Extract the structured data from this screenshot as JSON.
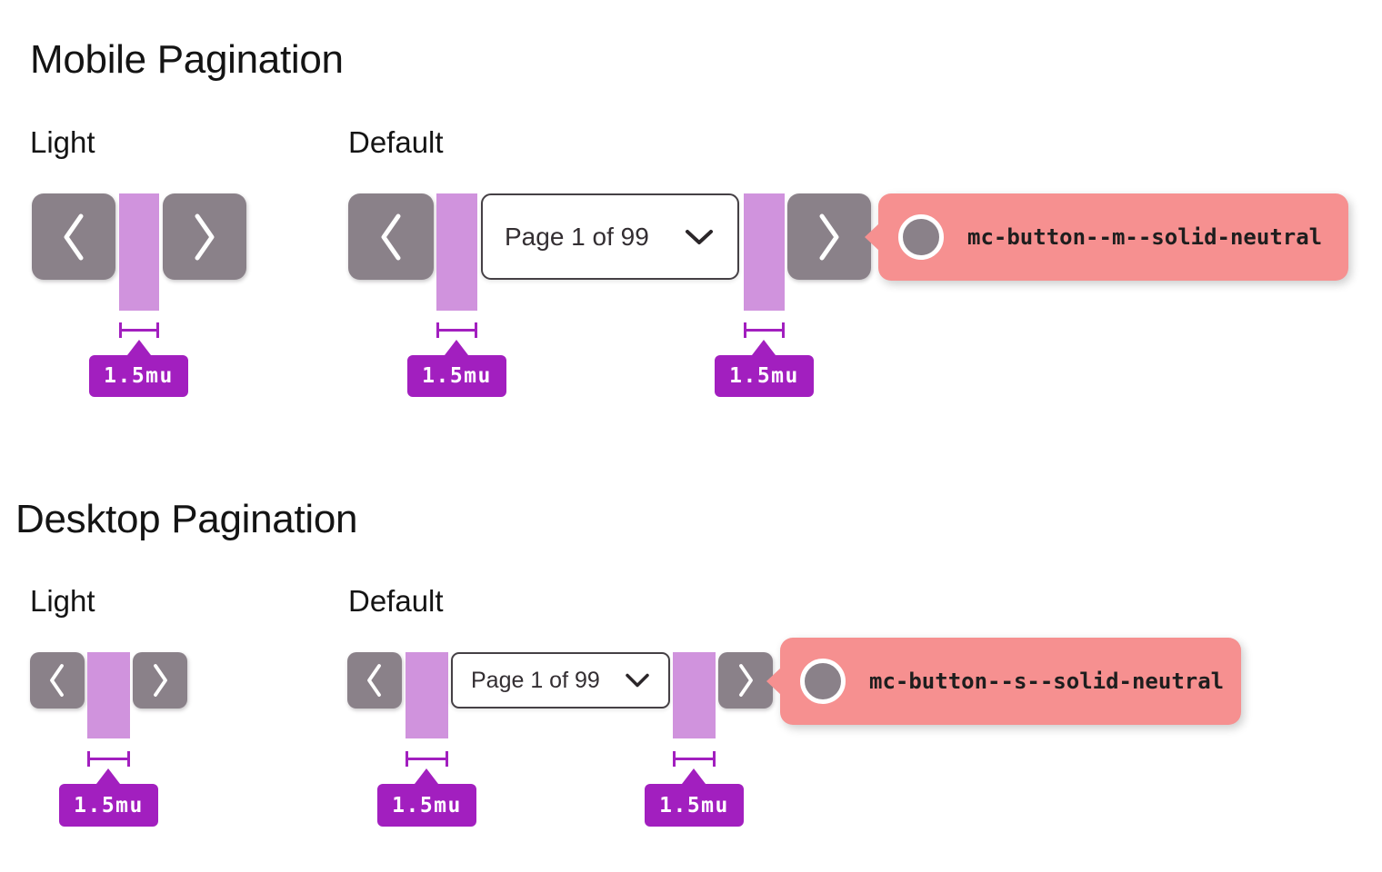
{
  "colors": {
    "neutral_button": "#8A8189",
    "spacing_highlight": "#D093DD",
    "measure_purple": "#A21FBF",
    "annotation_pink": "#F69090",
    "annotation_text": "#1E1E1E",
    "dropdown_border": "#454045",
    "heading_text": "#141414"
  },
  "spacing_badge": "1.5mu",
  "mobile": {
    "title": "Mobile Pagination",
    "light_label": "Light",
    "default_label": "Default",
    "page_select_value": "Page 1 of 99",
    "annotation": "mc-button--m--solid-neutral"
  },
  "desktop": {
    "title": "Desktop Pagination",
    "light_label": "Light",
    "default_label": "Default",
    "page_select_value": "Page 1 of 99",
    "annotation": "mc-button--s--solid-neutral"
  }
}
